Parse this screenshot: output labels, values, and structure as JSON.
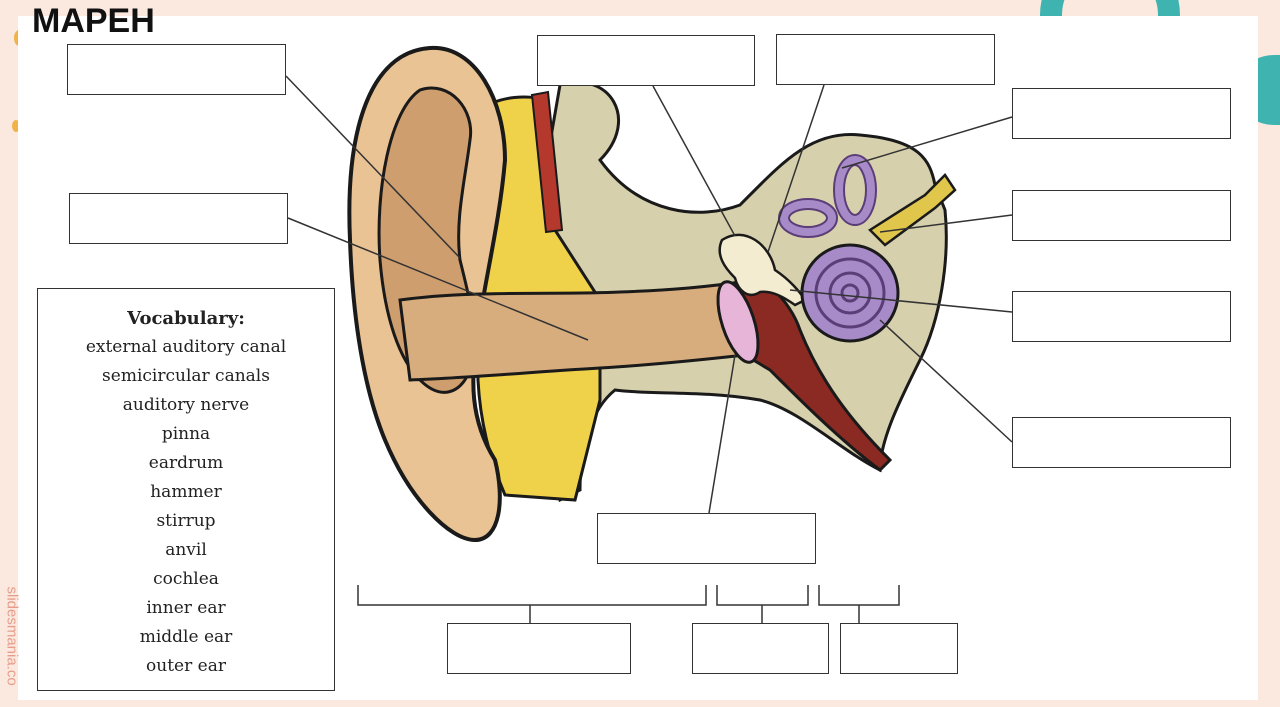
{
  "header": {
    "title": "MAPEH"
  },
  "watermark": "slidesmania.co",
  "vocabulary": {
    "title": "Vocabulary:",
    "terms": [
      "external auditory canal",
      "semicircular canals",
      "auditory nerve",
      "pinna",
      "eardrum",
      "hammer",
      "stirrup",
      "anvil",
      "cochlea",
      "inner ear",
      "middle ear",
      "outer ear"
    ]
  },
  "label_boxes": [
    {
      "id": 1,
      "value": ""
    },
    {
      "id": 2,
      "value": ""
    },
    {
      "id": 3,
      "value": ""
    },
    {
      "id": 4,
      "value": ""
    },
    {
      "id": 5,
      "value": ""
    },
    {
      "id": 6,
      "value": ""
    },
    {
      "id": 7,
      "value": ""
    },
    {
      "id": 8,
      "value": ""
    },
    {
      "id": 9,
      "value": ""
    },
    {
      "id": 10,
      "value": ""
    },
    {
      "id": 11,
      "value": ""
    },
    {
      "id": 12,
      "value": ""
    }
  ],
  "colors": {
    "skin": "#e9c394",
    "skin_dark": "#cf9e6e",
    "cartilage": "#f0d24a",
    "bone": "#d6d0ad",
    "canal_red": "#8a2a22",
    "cochlea_purple": "#a78bc8",
    "eardrum_pink": "#e6b5d8",
    "theme_teal": "#3fb3b0"
  }
}
